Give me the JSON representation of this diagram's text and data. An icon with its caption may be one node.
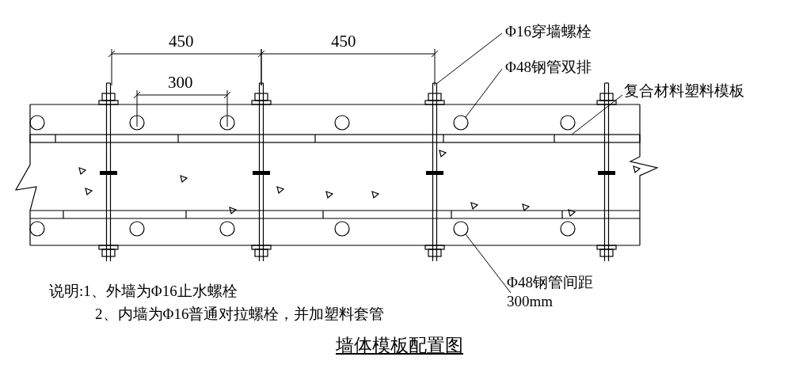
{
  "diagram": {
    "caption": "墙体模板配置图",
    "nodes": [
      {
        "text": [
          "Φ16穿墙螺栓"
        ]
      },
      {
        "text": [],
        "shape": "bar"
      },
      {
        "text": [
          "Φ48钢管双排"
        ]
      },
      {
        "text": [],
        "shape": "circle"
      },
      {
        "text": [
          "复合材料塑料模板"
        ]
      },
      {
        "text": [],
        "shape": "box"
      },
      {
        "text": [
          "Φ48钢管间距300mm"
        ]
      },
      {
        "text": [],
        "shape": "circle"
      }
    ],
    "edges": [
      {
        "from": 0,
        "to": 1,
        "arrow": "none"
      },
      {
        "from": 2,
        "to": 3,
        "arrow": "none"
      },
      {
        "from": 4,
        "to": 5,
        "arrow": "none"
      },
      {
        "from": 6,
        "to": 7,
        "arrow": "none"
      }
    ],
    "labels": [
      "450",
      "450",
      "300",
      "说明:1、外墙为Φ16止水螺栓",
      "2、内墙为Φ16普通对拉螺栓，并加塑料套管"
    ]
  }
}
